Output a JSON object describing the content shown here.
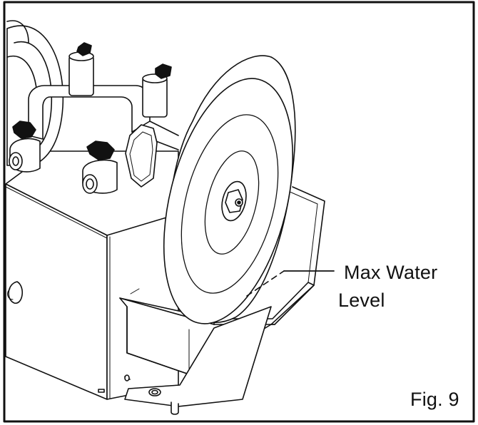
{
  "figure": {
    "caption": "Fig. 9",
    "callout": {
      "line1": "Max Water",
      "line2": "Level"
    }
  },
  "colors": {
    "ink": "#111111",
    "paper": "#ffffff"
  },
  "icons": {
    "illustration": "water-grinder-with-trough"
  }
}
